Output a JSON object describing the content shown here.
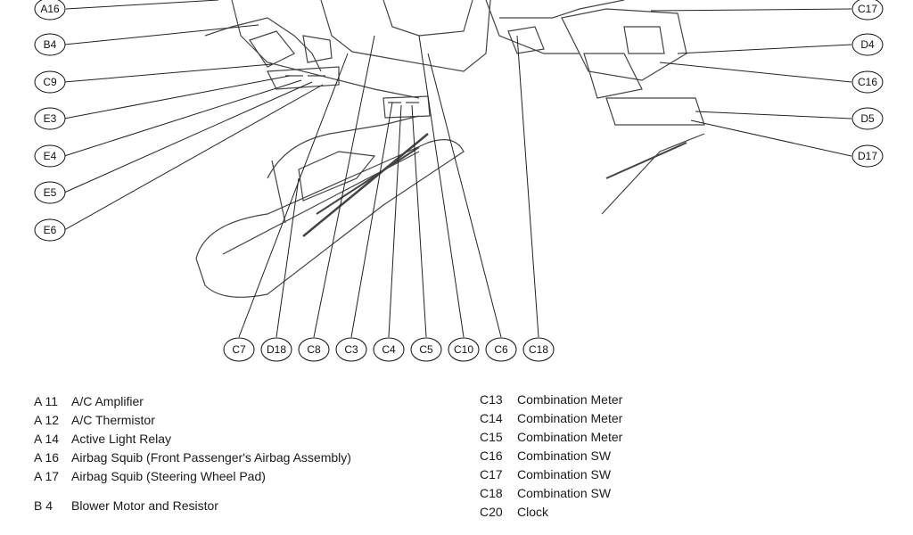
{
  "diagram": {
    "left_callouts": [
      "A16",
      "B4",
      "C9",
      "E3",
      "E4",
      "E5",
      "E6"
    ],
    "right_callouts": [
      "C17",
      "D4",
      "C16",
      "D5",
      "D17"
    ],
    "bottom_callouts": [
      "C7",
      "D18",
      "C8",
      "C3",
      "C4",
      "C5",
      "C10",
      "C6",
      "C18"
    ]
  },
  "legend": {
    "left": [
      {
        "code": "A 11",
        "name": "A/C Amplifier"
      },
      {
        "code": "A 12",
        "name": "A/C Thermistor"
      },
      {
        "code": "A 14",
        "name": "Active Light Relay"
      },
      {
        "code": "A 16",
        "name": "Airbag Squib (Front Passenger's Airbag Assembly)"
      },
      {
        "code": "A 17",
        "name": "Airbag Squib (Steering Wheel Pad)"
      },
      {
        "code": "B  4",
        "name": "Blower Motor and Resistor"
      }
    ],
    "right": [
      {
        "code": "C13",
        "name": "Combination Meter"
      },
      {
        "code": "C14",
        "name": "Combination Meter"
      },
      {
        "code": "C15",
        "name": "Combination Meter"
      },
      {
        "code": "C16",
        "name": "Combination SW"
      },
      {
        "code": "C17",
        "name": "Combination SW"
      },
      {
        "code": "C18",
        "name": "Combination SW"
      },
      {
        "code": "C20",
        "name": "Clock"
      }
    ]
  }
}
